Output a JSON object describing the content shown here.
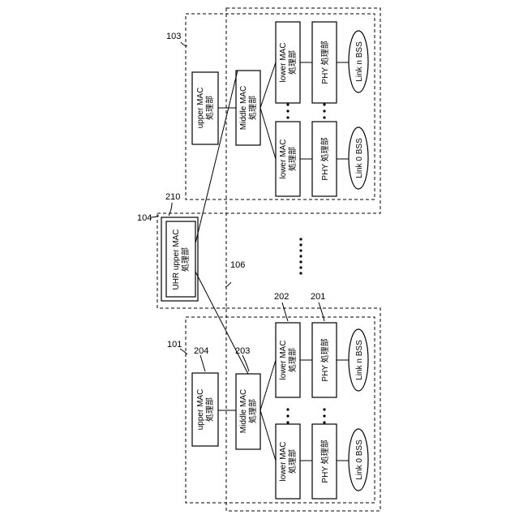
{
  "refs": {
    "r103": "103",
    "r104": "104",
    "r210": "210",
    "r106": "106",
    "r101": "101",
    "r204": "204",
    "r203": "203",
    "r202": "202",
    "r201": "201"
  },
  "top_group": {
    "upper_mac": [
      "upper MAC",
      "処理部"
    ],
    "middle_mac": [
      "Middle MAC",
      "処理部"
    ],
    "lower_mac_n": [
      "lower MAC",
      "処理部"
    ],
    "phy_n": "PHY 処理部",
    "bss_n": "Link n BSS",
    "lower_mac_0": [
      "lower MAC",
      "処理部"
    ],
    "phy_0": "PHY 処理部",
    "bss_0": "Link 0 BSS"
  },
  "uhr": {
    "label": [
      "UHR upper MAC",
      "処理部"
    ]
  },
  "bottom_group": {
    "upper_mac": [
      "upper MAC",
      "処理部"
    ],
    "middle_mac": [
      "Middle MAC",
      "処理部"
    ],
    "lower_mac_n": [
      "lower MAC",
      "処理部"
    ],
    "phy_n": "PHY 処理部",
    "bss_n": "Link n BSS",
    "lower_mac_0": [
      "lower MAC",
      "処理部"
    ],
    "phy_0": "PHY 処理部",
    "bss_0": "Link 0 BSS"
  }
}
